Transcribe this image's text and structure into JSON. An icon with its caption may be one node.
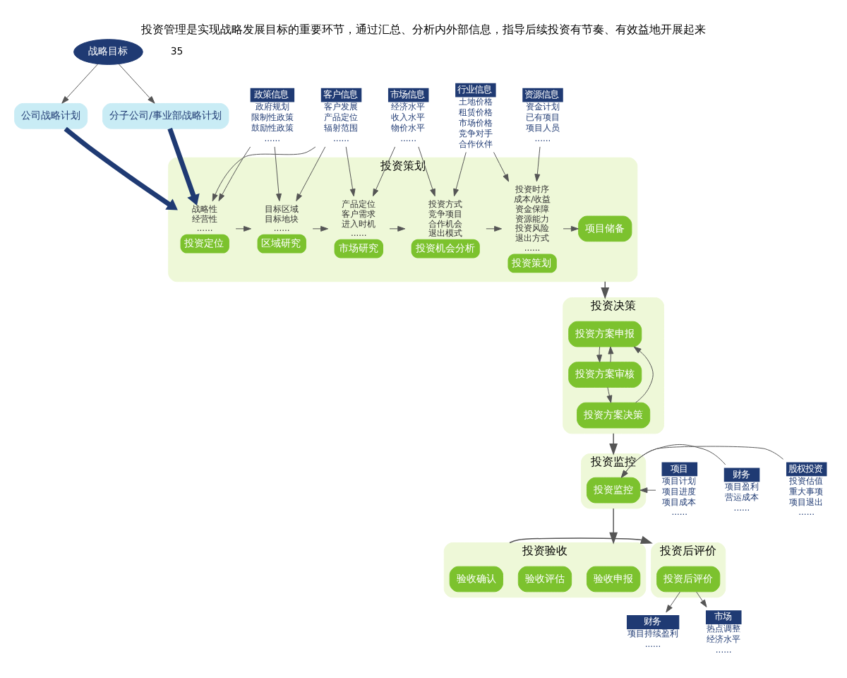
{
  "diagram": {
    "title": "投资管理是实现战略发展目标的重要环节，通过汇总、分析内外部信息，指导后续投资有节奏、有效益地开展起来",
    "nodes": [
      {
        "text": [
          "战略目标"
        ]
      },
      {
        "text": [
          "公司战略计划"
        ]
      },
      {
        "text": [
          "分子公司/事业部战略计划"
        ]
      },
      {
        "text": [
          "投资策划"
        ]
      },
      {
        "text": [
          "投资定位"
        ],
        "in": 3,
        "beside": [
          "战略性",
          "经营性",
          "......"
        ]
      },
      {
        "text": [
          "区域研究"
        ],
        "in": 3,
        "beside": [
          "目标区域",
          "目标地块",
          "......"
        ]
      },
      {
        "text": [
          "市场研究"
        ],
        "in": 3,
        "beside": [
          "产品定位",
          "客户需求",
          "进入时机",
          "......"
        ]
      },
      {
        "text": [
          "投资机会分析"
        ],
        "in": 3,
        "beside": [
          "投资方式",
          "竞争项目",
          "合作机会",
          "退出模式"
        ]
      },
      {
        "text": [
          "投资策划"
        ],
        "in": 3,
        "beside": [
          "投资时序",
          "成本/收益",
          "资金保障",
          "资源能力",
          "投资风险",
          "退出方式",
          "......"
        ]
      },
      {
        "text": [
          "项目储备"
        ],
        "in": 3
      },
      {
        "text": [
          "投资决策"
        ]
      },
      {
        "text": [
          "投资方案申报"
        ],
        "in": 10
      },
      {
        "text": [
          "投资方案审核"
        ],
        "in": 10
      },
      {
        "text": [
          "投资方案决策"
        ],
        "in": 10
      },
      {
        "text": [
          "投资监控"
        ]
      },
      {
        "text": [
          "投资监控"
        ],
        "in": 14
      },
      {
        "text": [
          "投资验收"
        ]
      },
      {
        "text": [
          "验收申报"
        ],
        "in": 16
      },
      {
        "text": [
          "验收评估"
        ],
        "in": 16
      },
      {
        "text": [
          "验收确认"
        ],
        "in": 16
      },
      {
        "text": [
          "投资后评价"
        ]
      },
      {
        "text": [
          "投资后评价"
        ],
        "in": 20
      },
      {
        "text": [
          "政策信息",
          "政府规划",
          "限制性政策",
          "鼓励性政策",
          "......"
        ]
      },
      {
        "text": [
          "客户信息",
          "客户发展",
          "产品定位",
          "辐射范围",
          "......"
        ]
      },
      {
        "text": [
          "市场信息",
          "经济水平",
          "收入水平",
          "物价水平",
          "......"
        ]
      },
      {
        "text": [
          "行业信息",
          "土地价格",
          "租赁价格",
          "市场价格",
          "竞争对手",
          "合作伙伴"
        ]
      },
      {
        "text": [
          "资源信息",
          "资金计划",
          "已有项目",
          "项目人员",
          "......"
        ]
      },
      {
        "text": [
          "项目",
          "项目计划",
          "项目进度",
          "项目成本",
          "......"
        ]
      },
      {
        "text": [
          "财务",
          "项目盈利",
          "营运成本",
          "......"
        ]
      },
      {
        "text": [
          "股权投资",
          "投资估值",
          "重大事项",
          "项目退出",
          "......"
        ]
      },
      {
        "text": [
          "财务",
          "项目持续盈利",
          "......"
        ]
      },
      {
        "text": [
          "市场",
          "热点调整",
          "经济水平",
          "......"
        ]
      }
    ],
    "edges": [
      {
        "from": 0,
        "to": 1,
        "arrow": "to"
      },
      {
        "from": 0,
        "to": 2,
        "arrow": "to"
      },
      {
        "from": 1,
        "to": 4,
        "arrow": "to",
        "style": "thick",
        "color": "#1f3a73"
      },
      {
        "from": 2,
        "to": 4,
        "arrow": "to",
        "style": "thick",
        "color": "#1f3a73"
      },
      {
        "from": 4,
        "to": 5,
        "arrow": "to"
      },
      {
        "from": 5,
        "to": 6,
        "arrow": "to"
      },
      {
        "from": 6,
        "to": 7,
        "arrow": "to"
      },
      {
        "from": 7,
        "to": 8,
        "arrow": "to"
      },
      {
        "from": 8,
        "to": 9,
        "arrow": "to"
      },
      {
        "from": 3,
        "to": 10,
        "arrow": "to"
      },
      {
        "from": 11,
        "to": 12,
        "arrow": "to"
      },
      {
        "from": 12,
        "to": 13,
        "arrow": "to"
      },
      {
        "from": 12,
        "to": 11,
        "arrow": "to"
      },
      {
        "from": 13,
        "to": 11,
        "arrow": "to"
      },
      {
        "from": 10,
        "to": 14,
        "arrow": "to"
      },
      {
        "from": 14,
        "to": 16,
        "arrow": "to"
      },
      {
        "from": 16,
        "to": 20,
        "arrow": "to"
      },
      {
        "from": 22,
        "to": 4,
        "arrow": "to"
      },
      {
        "from": 22,
        "to": 5,
        "arrow": "to"
      },
      {
        "from": 23,
        "to": 4,
        "arrow": "to"
      },
      {
        "from": 23,
        "to": 5,
        "arrow": "to"
      },
      {
        "from": 23,
        "to": 6,
        "arrow": "to"
      },
      {
        "from": 24,
        "to": 6,
        "arrow": "to"
      },
      {
        "from": 24,
        "to": 7,
        "arrow": "to"
      },
      {
        "from": 25,
        "to": 7,
        "arrow": "to"
      },
      {
        "from": 25,
        "to": 8,
        "arrow": "to"
      },
      {
        "from": 26,
        "to": 8,
        "arrow": "to"
      },
      {
        "from": 27,
        "to": 15,
        "arrow": "to"
      },
      {
        "from": 28,
        "to": 15,
        "arrow": "to"
      },
      {
        "from": 29,
        "to": 15,
        "arrow": "to"
      },
      {
        "from": 21,
        "to": 30,
        "arrow": "to"
      },
      {
        "from": 21,
        "to": 31,
        "arrow": "to"
      }
    ],
    "labels": [
      "35"
    ]
  }
}
